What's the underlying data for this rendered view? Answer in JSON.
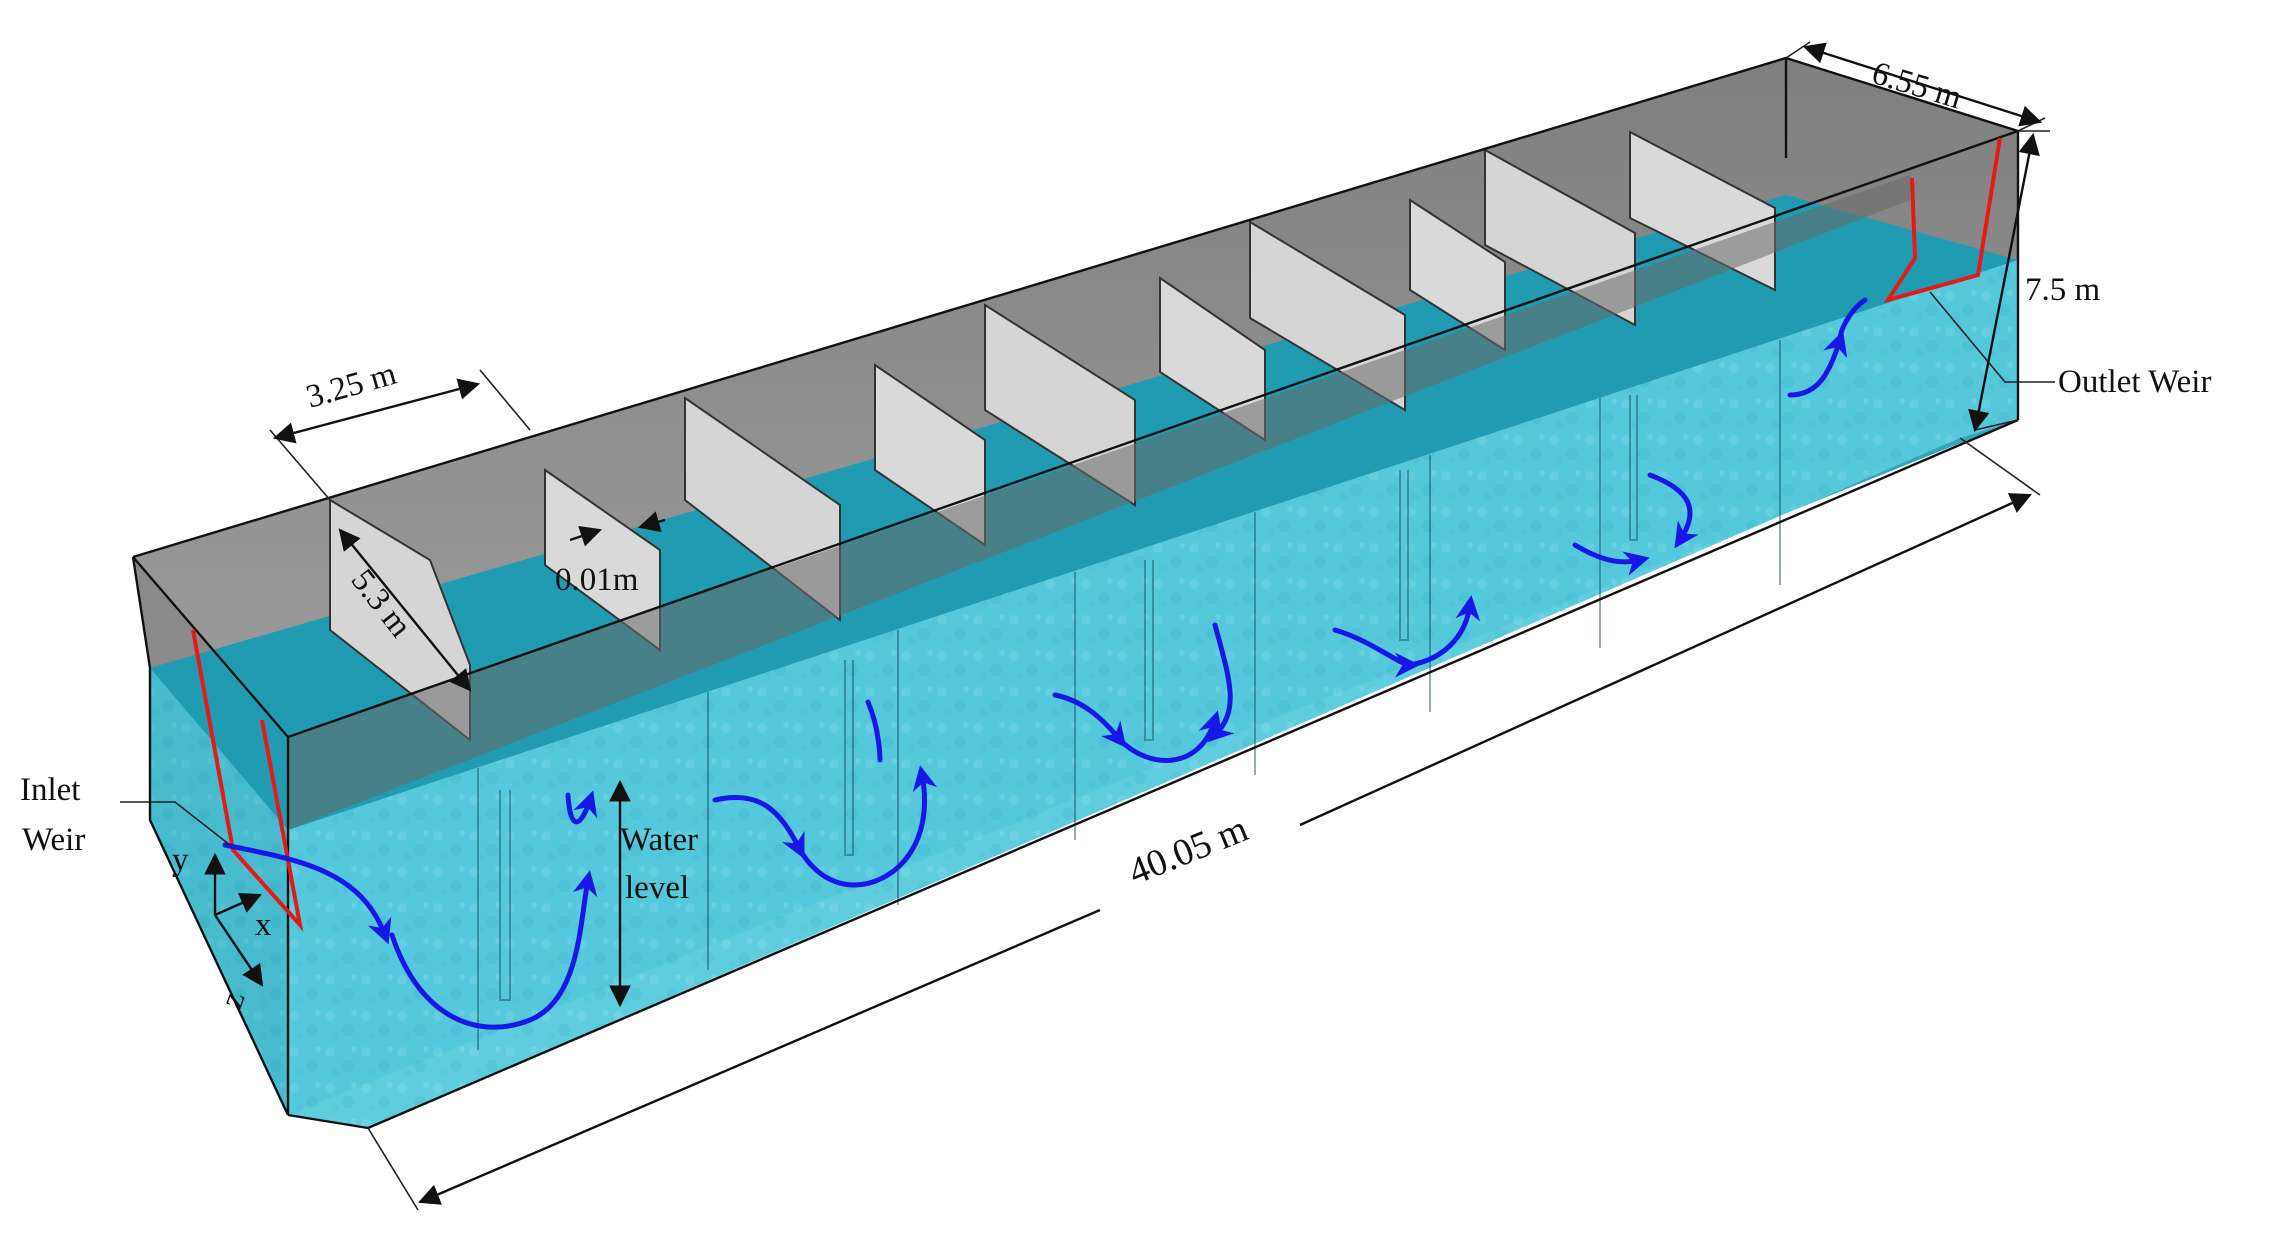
{
  "labels": {
    "width": "6.55 m",
    "height": "7.5 m",
    "baffle_spacing": "3.25 m",
    "baffle_length": "5.3 m",
    "baffle_thickness": "0.01m",
    "length": "40.05 m",
    "outlet": "Outlet Weir",
    "inlet_line1": "Inlet",
    "inlet_line2": "Weir",
    "water_line1": "Water",
    "water_line2": "level",
    "axis_x": "x",
    "axis_y": "y",
    "axis_z": "z"
  },
  "colors": {
    "water": "#4fc6da",
    "water_dark": "#1f97ad",
    "wall": "#8c8c8c",
    "baffle": "#d8d8d8",
    "flow": "#1818e6",
    "weir": "#e31a1a"
  }
}
